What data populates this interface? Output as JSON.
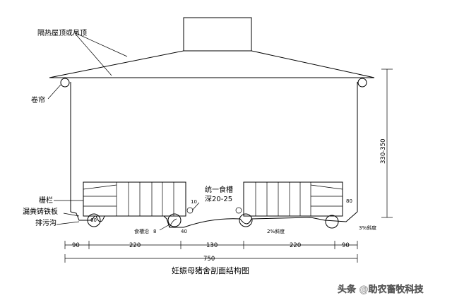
{
  "labels": {
    "roof": "隔热屋顶或吊顶",
    "curtain": "卷帘",
    "fence": "栅栏",
    "slat_board": "漏粪铸铁板",
    "drain": "排污沟",
    "trough": "统一食槽",
    "trough_depth": "深20-25",
    "trough_edge": "食槽沿",
    "trough_edge_value": "8",
    "value_10": "10",
    "value_40": "40",
    "value_60": "60",
    "slope_2": "2%斜度",
    "slope_3": "3%斜度",
    "height": "330-350",
    "small_dim": "80"
  },
  "dimensions": [
    "90",
    "220",
    "130",
    "220",
    "90"
  ],
  "total_width": "750",
  "caption": "妊娠母猪舍剖面结构图",
  "watermark": "头条 @助农畜牧科技"
}
